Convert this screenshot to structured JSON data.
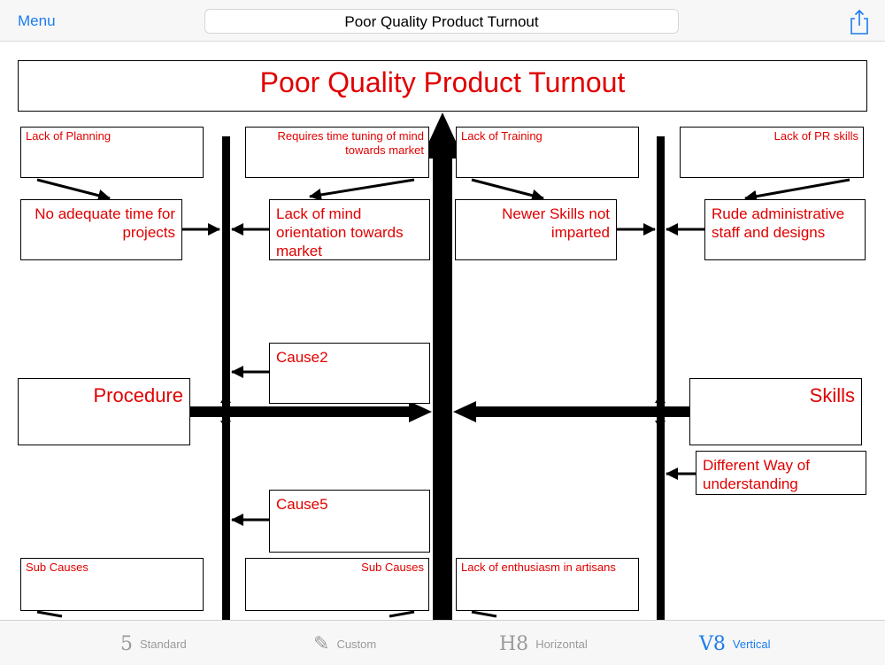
{
  "nav": {
    "menu_label": "Menu",
    "document_title": "Poor Quality Product Turnout",
    "share_icon": "share-icon"
  },
  "diagram": {
    "title": "Poor Quality Product Turnout",
    "top_left_sub": "Lack of Planning",
    "top_left_cause": "No adequate time for projects",
    "top_mid_sub": "Requires time tuning of mind towards market",
    "top_mid_cause": "Lack of mind orientation towards market",
    "top_right_sub": "Lack of Training",
    "top_right_cause": "Newer Skills not imparted",
    "top_far_sub": "Lack of PR skills",
    "top_far_cause": "Rude administrative staff and designs",
    "cause2": "Cause2",
    "procedure": "Procedure",
    "skills": "Skills",
    "different_way": "Different Way of understanding",
    "cause5": "Cause5",
    "bottom_left_sub": "Sub Causes",
    "bottom_mid_sub": "Sub Causes",
    "bottom_right_sub": "Lack of enthusiasm in artisans",
    "text_color": "#e00000"
  },
  "tabs": [
    {
      "label": "Standard",
      "icon": "5",
      "active": false
    },
    {
      "label": "Custom",
      "icon": "✎",
      "active": false
    },
    {
      "label": "Horizontal",
      "icon": "H8",
      "active": false
    },
    {
      "label": "Vertical",
      "icon": "V8",
      "active": true
    }
  ],
  "accent_color": "#1a7cf0"
}
